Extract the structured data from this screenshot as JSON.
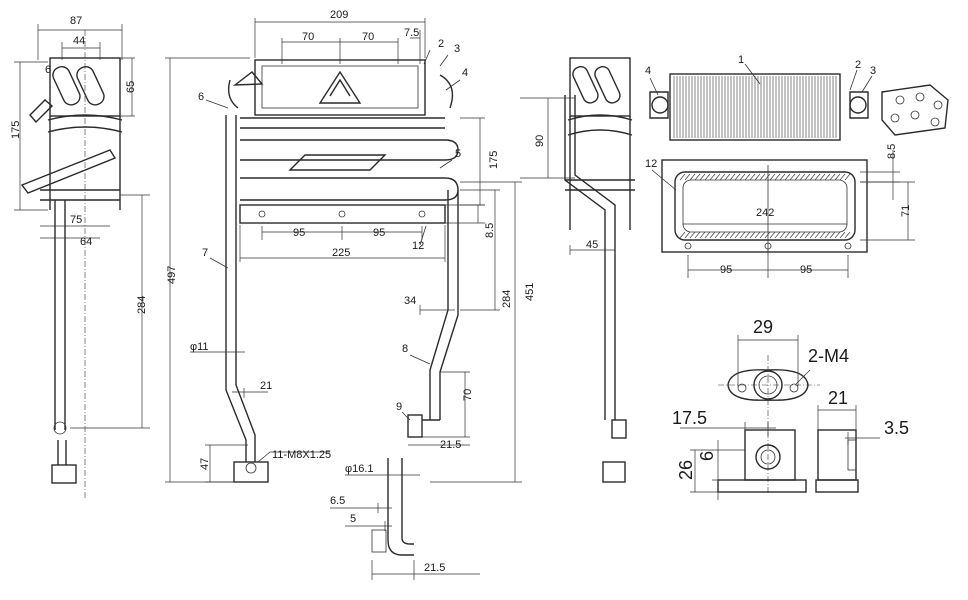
{
  "dimensions": {
    "side_width_87": "87",
    "side_inner_44": "44",
    "side_6": "6",
    "side_65": "65",
    "side_175": "175",
    "side_75": "75",
    "side_64": "64",
    "side_284": "284",
    "front_209": "209",
    "front_70_a": "70",
    "front_70_b": "70",
    "front_7_5": "7.5",
    "front_497": "497",
    "front_175": "175",
    "front_95_a": "95",
    "front_95_b": "95",
    "front_225": "225",
    "front_8_5": "8.5",
    "front_451": "451",
    "front_284": "284",
    "front_34": "34",
    "front_70_v": "70",
    "front_21_5": "21.5",
    "front_phi11": "φ11",
    "front_21": "21",
    "front_47": "47",
    "front_thread": "11-M8X1.25",
    "pipe_phi16_1": "φ16.1",
    "pipe_6_5": "6.5",
    "pipe_5": "5",
    "pipe_21_5": "21.5",
    "right_90": "90",
    "right_45": "45",
    "hx_8_5": "8.5",
    "hx_71": "71",
    "hx_242": "242",
    "hx_95_a": "95",
    "hx_95_b": "95",
    "flange_29": "29",
    "flange_2m4": "2-M4",
    "flange_17_5": "17.5",
    "flange_26": "26",
    "flange_6": "6",
    "flange_21": "21",
    "flange_3_5": "3.5"
  },
  "part_numbers": {
    "p1": "1",
    "p2": "2",
    "p3": "3",
    "p4": "4",
    "p5": "5",
    "p6": "6",
    "p7": "7",
    "p8": "8",
    "p9": "9",
    "p12": "12",
    "r_p1": "1",
    "r_p2": "2",
    "r_p3": "3",
    "r_p4": "4",
    "r_p12": "12"
  }
}
